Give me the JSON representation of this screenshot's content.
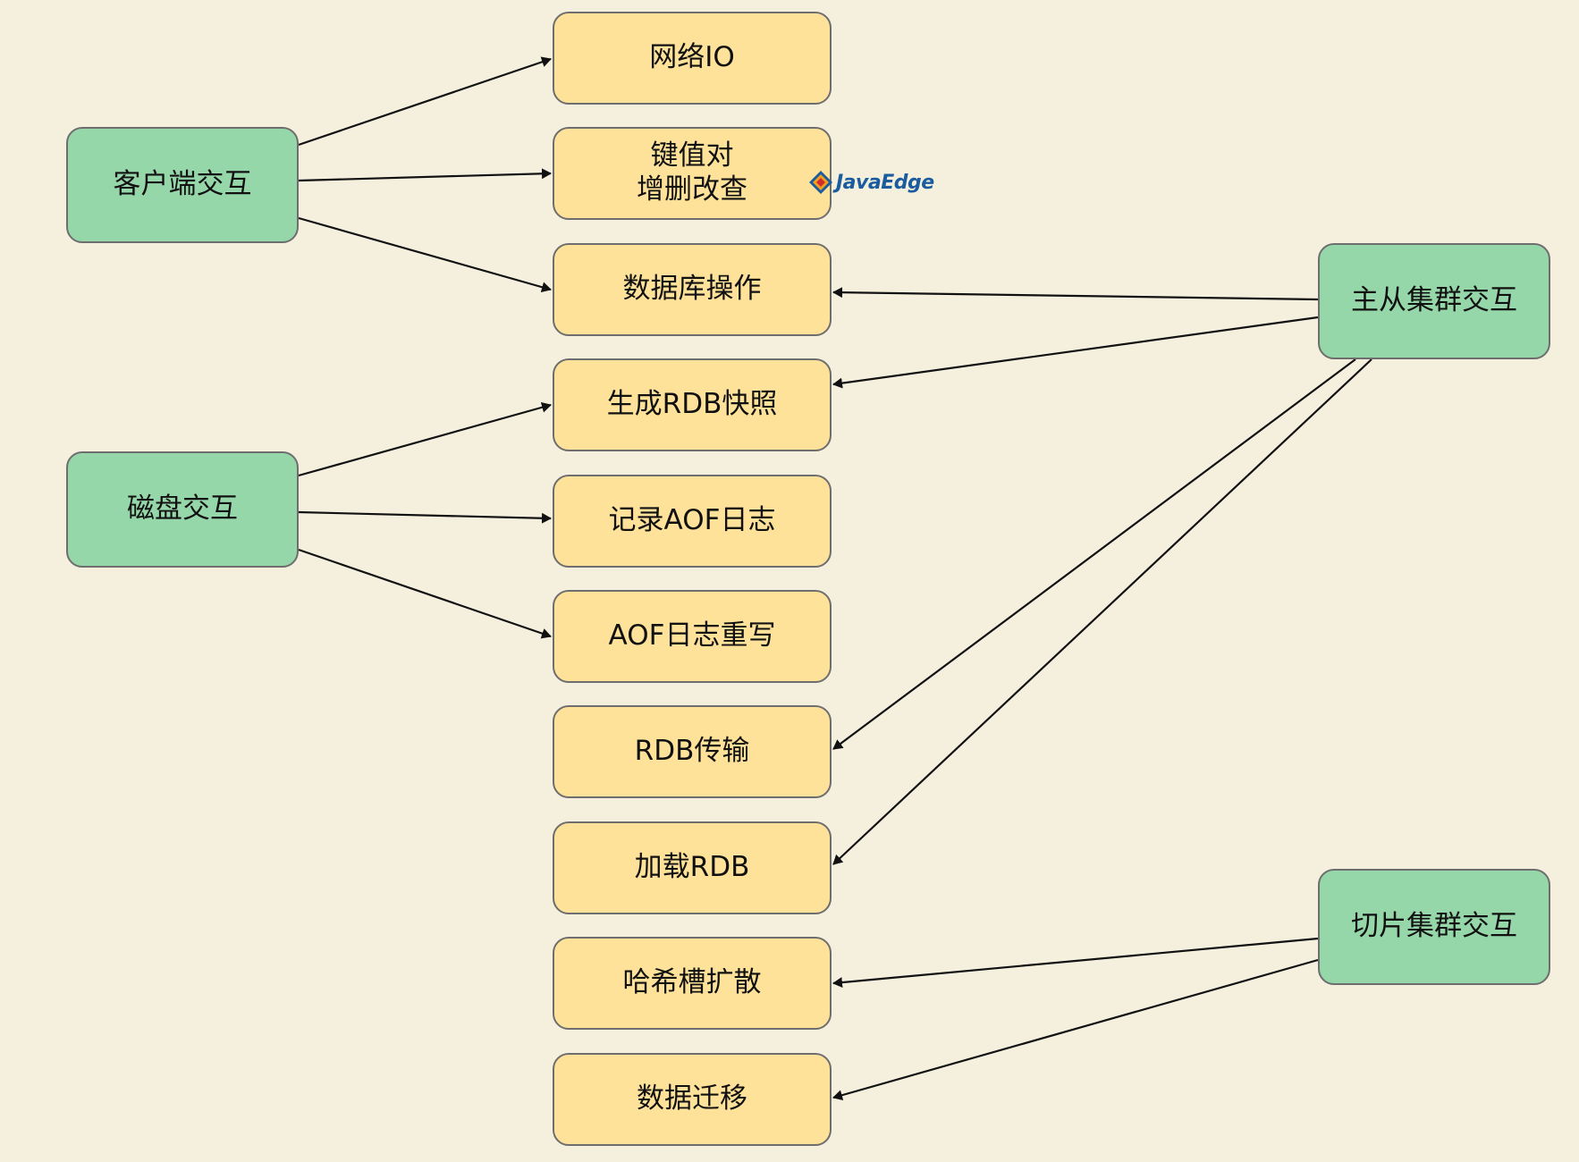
{
  "nodes": {
    "client": "客户端交互",
    "disk": "磁盘交互",
    "master_slave": "主从集群交互",
    "sharding": "切片集群交互",
    "network_io": "网络IO",
    "kv_crud": "键值对\n增删改查",
    "db_ops": "数据库操作",
    "rdb_snapshot": "生成RDB快照",
    "aof_log": "记录AOF日志",
    "aof_rewrite": "AOF日志重写",
    "rdb_transfer": "RDB传输",
    "load_rdb": "加载RDB",
    "hash_slot": "哈希槽扩散",
    "data_migration": "数据迁移"
  },
  "edges": [
    {
      "from": "client",
      "to": "network_io"
    },
    {
      "from": "client",
      "to": "kv_crud"
    },
    {
      "from": "client",
      "to": "db_ops"
    },
    {
      "from": "disk",
      "to": "rdb_snapshot"
    },
    {
      "from": "disk",
      "to": "aof_log"
    },
    {
      "from": "disk",
      "to": "aof_rewrite"
    },
    {
      "from": "master_slave",
      "to": "db_ops"
    },
    {
      "from": "master_slave",
      "to": "rdb_snapshot"
    },
    {
      "from": "master_slave",
      "to": "rdb_transfer"
    },
    {
      "from": "master_slave",
      "to": "load_rdb"
    },
    {
      "from": "sharding",
      "to": "hash_slot"
    },
    {
      "from": "sharding",
      "to": "data_migration"
    }
  ],
  "colors": {
    "background": "#f5f0de",
    "interaction_fill": "#96d7aa",
    "operation_fill": "#ffe29a",
    "border": "#6e6e6e",
    "arrow": "#111111"
  },
  "watermark": {
    "text": "JavaEdge",
    "icon": "javaedge-logo-icon"
  }
}
